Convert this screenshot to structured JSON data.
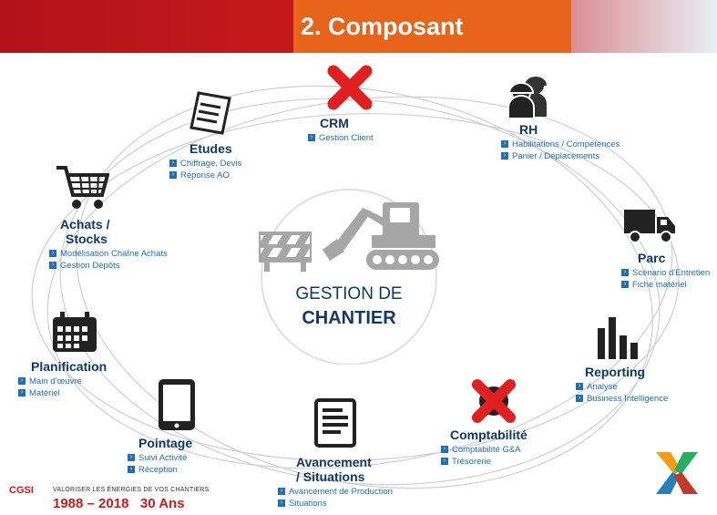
{
  "header": {
    "title": "2. Composant modulaire"
  },
  "center": {
    "line1": "GESTION DE",
    "line2": "CHANTIER"
  },
  "modules": {
    "crm": {
      "title": "CRM",
      "items": [
        "Gestion Client"
      ]
    },
    "rh": {
      "title": "RH",
      "items": [
        "Habilitations / Compétences",
        "Panier / Déplacements"
      ]
    },
    "etudes": {
      "title": "Etudes",
      "items": [
        "Chiffrage, Devis",
        "Réponse AO"
      ]
    },
    "achats": {
      "title_line1": "Achats /",
      "title_line2": "Stocks",
      "items": [
        "Modélisation Chaîne Achats",
        "Gestion Dépôts"
      ]
    },
    "parc": {
      "title": "Parc",
      "items": [
        "Scénario d'Entretien",
        "Fiche matériel"
      ]
    },
    "planification": {
      "title": "Planification",
      "items": [
        "Main d'œuvre",
        "Matériel"
      ]
    },
    "reporting": {
      "title": "Reporting",
      "items": [
        "Analyse",
        "Business Intelligence"
      ]
    },
    "pointage": {
      "title": "Pointage",
      "items": [
        "Suivi Activité",
        "Réception"
      ]
    },
    "comptabilite": {
      "title": "Comptabilité",
      "items": [
        "Comptabilité G&A",
        "Trésorerie"
      ]
    },
    "avancement": {
      "title_line1": "Avancement",
      "title_line2": "/ Situations",
      "items": [
        "Avancement de Production",
        "Situations"
      ]
    }
  },
  "footer": {
    "brand": "CGSI",
    "tagline": "VALORISER LES ÉNERGIES DE VOS CHANTIERS",
    "years": "1988 – 2018   30 Ans"
  },
  "colors": {
    "title_bg": "#e8641b",
    "red_bar": "#c91c1c",
    "navy": "#0f3a66",
    "link_blue": "#1f6fb2",
    "cross_red": "#e02020"
  }
}
